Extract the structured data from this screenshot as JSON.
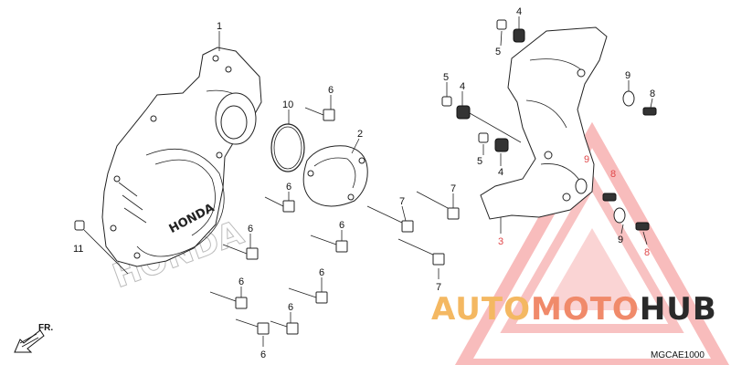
{
  "callouts": {
    "c1": "1",
    "c2": "2",
    "c10": "10",
    "c11": "11",
    "c6a": "6",
    "c6b": "6",
    "c6c": "6",
    "c6d": "6",
    "c6e": "6",
    "c6f": "6",
    "c6g": "6",
    "c6h": "6",
    "c7a": "7",
    "c7b": "7",
    "c7c": "7",
    "c4a": "4",
    "c4b": "4",
    "c4c": "4",
    "c5a": "5",
    "c5b": "5",
    "c5c": "5",
    "c8a": "8",
    "c8b": "8",
    "c8c": "8",
    "c9a": "9",
    "c9b": "9",
    "c9c": "9",
    "c3": "3"
  },
  "watermark": {
    "part1": "AUTO",
    "part2": "MOTO",
    "part3": "HUB",
    "color_light": "#f4b862",
    "color_mid": "#f08a6a",
    "color_dark": "#2a2a2a",
    "triangle_color": "#f07070"
  },
  "brand_on_cover": "HONDA",
  "brand_ghost": "HONDA",
  "diagram_code": "MGCAE1000",
  "direction_label": "FR."
}
